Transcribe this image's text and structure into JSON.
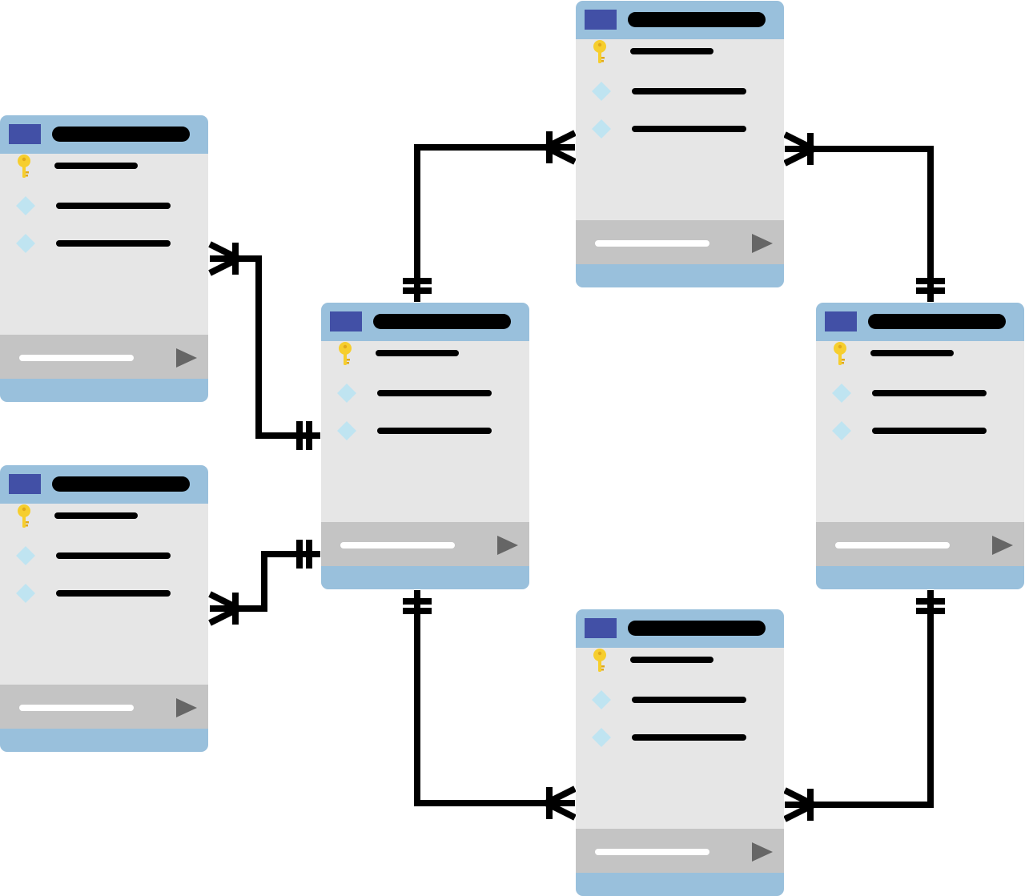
{
  "colors": {
    "background": "#ffffff",
    "header": "#99c0dc",
    "tag": "#4250a6",
    "title_bar": "#000000",
    "body": "#e6e6e6",
    "field_line": "#000000",
    "key": "#f6ce2e",
    "key_shade": "#e0a91c",
    "diamond": "#bfe4f1",
    "footer": "#c4c4c4",
    "input_line": "#ffffff",
    "play": "#666666",
    "base": "#99c0dc",
    "connector": "#000000"
  },
  "icons": {
    "primary_key": "key-icon",
    "attribute": "diamond-icon",
    "action": "play-icon"
  },
  "entities": [
    {
      "id": "left-top"
    },
    {
      "id": "left-bottom"
    },
    {
      "id": "center"
    },
    {
      "id": "top-right"
    },
    {
      "id": "right"
    },
    {
      "id": "bottom-right"
    }
  ],
  "relationships": [
    {
      "from": "left-top",
      "to": "center",
      "from_end": "one-to-many",
      "to_end": "one-and-only-one"
    },
    {
      "from": "left-bottom",
      "to": "center",
      "from_end": "one-to-many",
      "to_end": "one-and-only-one"
    },
    {
      "from": "center",
      "to": "top-right",
      "from_end": "one-and-only-one",
      "to_end": "one-to-many"
    },
    {
      "from": "right",
      "to": "top-right",
      "from_end": "one-and-only-one",
      "to_end": "one-to-many"
    },
    {
      "from": "center",
      "to": "bottom-right",
      "from_end": "one-and-only-one",
      "to_end": "one-to-many"
    },
    {
      "from": "right",
      "to": "bottom-right",
      "from_end": "one-and-only-one",
      "to_end": "one-to-many"
    }
  ]
}
